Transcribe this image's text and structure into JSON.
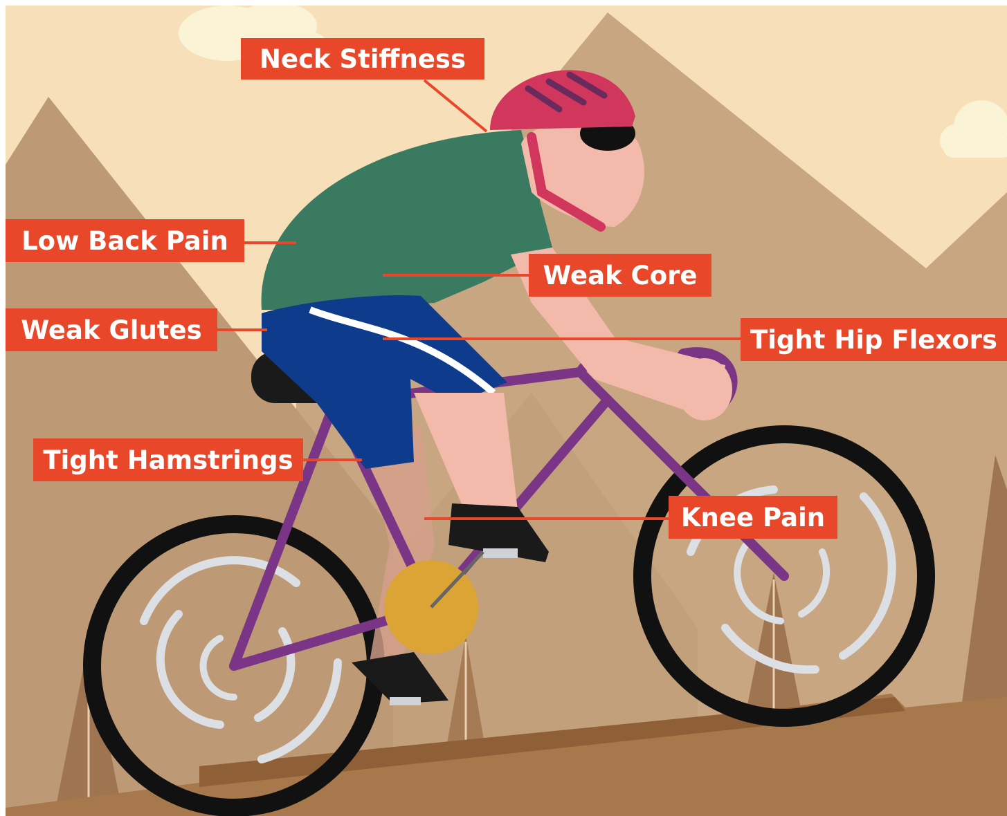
{
  "labels": {
    "neck": "Neck Stiffness",
    "low_back": "Low Back Pain",
    "weak_core": "Weak Core",
    "weak_glutes": "Weak Glutes",
    "hip_flexors": "Tight Hip Flexors",
    "hamstrings": "Tight Hamstrings",
    "knee": "Knee Pain"
  },
  "colors": {
    "sky": "#f7dfba",
    "mountain_far": "#c9a682",
    "mountain_near": "#bd9a75",
    "ground": "#a7784c",
    "shirt": "#3a7a60",
    "shorts": "#0f3b8c",
    "helmet": "#d1365c",
    "skin": "#f3b9aa",
    "bike_frame": "#7a3586",
    "tire": "#111111",
    "spokes": "#dcdfe3",
    "crank": "#dba434",
    "callout": "#e8472a"
  }
}
